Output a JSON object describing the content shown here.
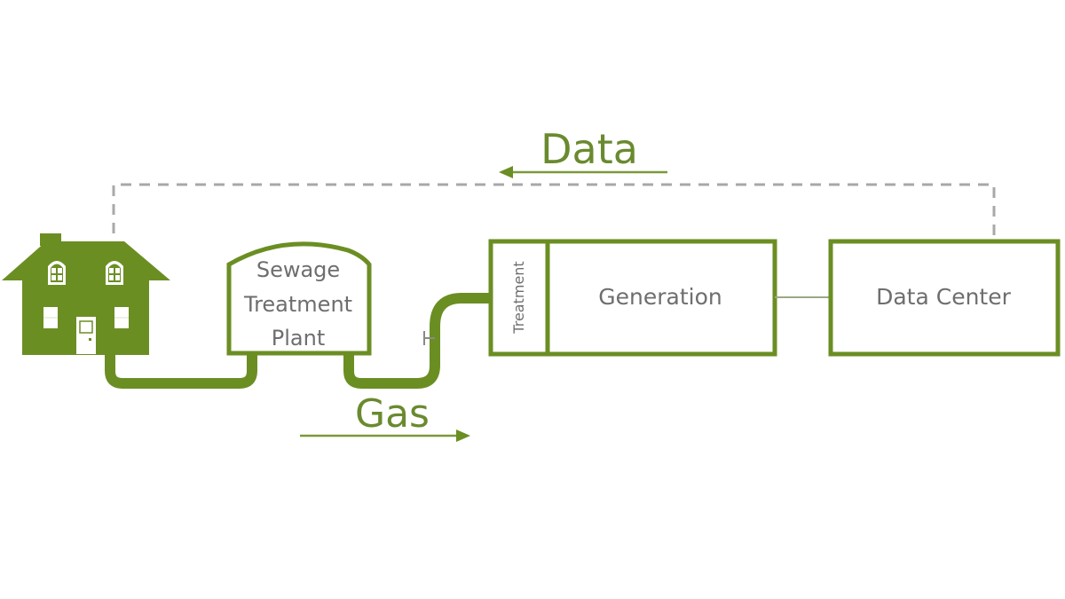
{
  "colors": {
    "accent": "#6b8e23",
    "accent_dark": "#5e7f1e",
    "text": "#6e6e6e",
    "dashed_line": "#a8a8a8",
    "connector": "#9aaa86"
  },
  "flows": {
    "data_label": "Data",
    "data_direction": "leftward",
    "gas_label": "Gas",
    "gas_direction": "rightward"
  },
  "nodes": {
    "house": {
      "icon": "house-icon"
    },
    "sewage_plant": {
      "line1": "Sewage",
      "line2": "Treatment",
      "line3": "Plant"
    },
    "treatment": {
      "label": "Treatment"
    },
    "generation": {
      "label": "Generation"
    },
    "data_center": {
      "label": "Data Center"
    }
  },
  "valve": {
    "icon": "valve-icon"
  }
}
